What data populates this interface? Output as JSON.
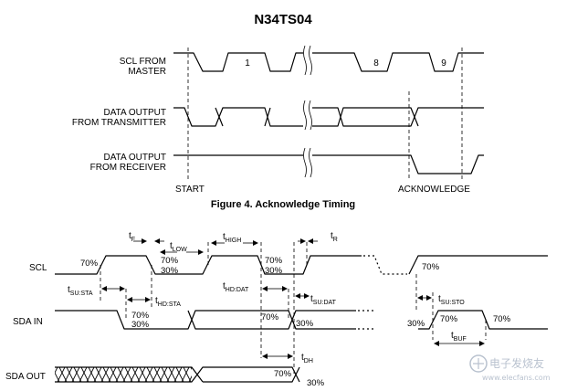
{
  "title": "N34TS04",
  "fig4": {
    "caption": "Figure 4. Acknowledge Timing",
    "scl_label_1": "SCL FROM",
    "scl_label_2": "MASTER",
    "tx_label_1": "DATA OUTPUT",
    "tx_label_2": "FROM TRANSMITTER",
    "rx_label_1": "DATA OUTPUT",
    "rx_label_2": "FROM RECEIVER",
    "start": "START",
    "ack": "ACKNOWLEDGE",
    "pulse_1": "1",
    "pulse_8": "8",
    "pulse_9": "9"
  },
  "timing": {
    "scl": "SCL",
    "sda_in": "SDA IN",
    "sda_out": "SDA OUT",
    "p70": "70%",
    "p30": "30%",
    "tf": {
      "t": "t",
      "s": "F"
    },
    "tlow": {
      "t": "t",
      "s": "LOW"
    },
    "thigh": {
      "t": "t",
      "s": "HIGH"
    },
    "tr": {
      "t": "t",
      "s": "R"
    },
    "tsusta": {
      "t": "t",
      "s": "SU:STA"
    },
    "thdsta": {
      "t": "t",
      "s": "HD:STA"
    },
    "thddat": {
      "t": "t",
      "s": "HD:DAT"
    },
    "tsudat": {
      "t": "t",
      "s": "SU:DAT"
    },
    "tsusto": {
      "t": "t",
      "s": "SU:STO"
    },
    "tbuf": {
      "t": "t",
      "s": "BUF"
    },
    "tdh": {
      "t": "t",
      "s": "DH"
    }
  },
  "watermark": {
    "line1": "电子发烧友",
    "line2": "www.elecfans.com"
  }
}
